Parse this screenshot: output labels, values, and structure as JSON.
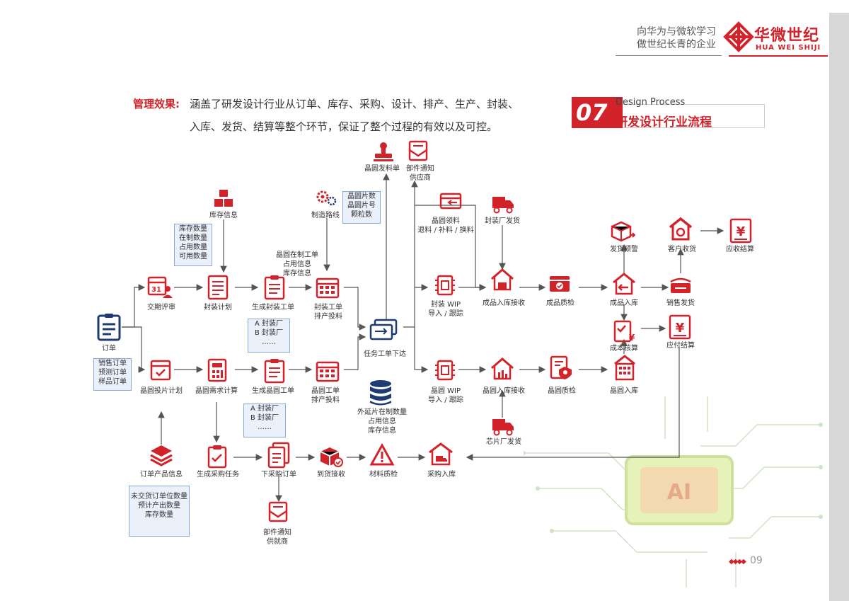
{
  "header": {
    "tagline_line1": "向华为与微软学习",
    "tagline_line2": "做世纪长青的企业",
    "logo_cn": "华微世纪",
    "logo_en": "HUA WEI SHIJI"
  },
  "description": {
    "label": "管理效果:",
    "line1": "涵盖了研发设计行业从订单、库存、采购、设计、排产、生产、封装、",
    "line2": "入库、发货、结算等整个环节，保证了整个过程的有效以及可控。"
  },
  "section": {
    "number": "07",
    "title_en": "Design Process",
    "title_cn": "研发设计行业流程"
  },
  "page_number": "09",
  "colors": {
    "accent": "#d2232a",
    "navy": "#1f3b73",
    "note_border": "#8aa9d6",
    "line": "#555555"
  },
  "nodes": {
    "order": "订单",
    "delivery_review": "交期评审",
    "packaging_plan": "封装计划",
    "gen_pack_order": "生成封装工单",
    "pack_order_line1": "封装工单",
    "pack_order_line2": "排产投料",
    "wafer_plan": "晶圆投片计划",
    "wafer_demand": "晶圆需求计算",
    "gen_wafer_order": "生成晶圆工单",
    "wafer_order_line1": "晶圆工单",
    "wafer_order_line2": "排产投料",
    "inventory_info": "库存信息",
    "route": "制造路线",
    "wafer_issue": "晶圆发料单",
    "mail_supplier_line1": "部件通知",
    "mail_supplier_line2": "供应商",
    "task_dispatch": "任务工单下达",
    "wafer_pick_line1": "晶圆领料",
    "wafer_pick_line2": "退料 / 补料 / 换料",
    "pack_wip_line1": "封装 WIP",
    "pack_wip_line2": "导入 / 跟踪",
    "pack_ship": "封装厂发货",
    "fg_receive": "成品入库接收",
    "fg_qc": "成品质检",
    "fg_stock": "成品入库",
    "ship_alert": "发货预警",
    "customer_receive": "客户收货",
    "ar_settle": "应收结算",
    "sales_ship": "销售发货",
    "cost_check": "成本核算",
    "ap_settle": "应付结算",
    "wafer_wip_line1": "晶圆 WIP",
    "wafer_wip_line2": "导入 / 跟踪",
    "wafer_receive": "晶圆入库接收",
    "wafer_qc": "晶圆质检",
    "wafer_stock": "晶圆入库",
    "chip_ship": "芯片厂发货",
    "order_product_info": "订单产品信息",
    "gen_purchase": "生成采购任务",
    "issue_po": "下采购订单",
    "arrival": "到货接收",
    "material_qc": "材料质检",
    "purchase_stock": "采购入库",
    "mail_buyer_line1": "部件通知",
    "mail_buyer_line2": "供就商",
    "db_line1": "外延片在制数量",
    "db_line2": "占用信息",
    "db_line3": "库存信息",
    "wip_info_line1": "晶圆在制工单",
    "wip_info_line2": "占用信息",
    "wip_info_line3": "库存信息"
  },
  "notes": {
    "stock_note": [
      "库存数量",
      "在制数量",
      "占用数量",
      "可用数量"
    ],
    "wafer_count_note": [
      "晶圆片数",
      "晶圆片号",
      "颗粒数"
    ],
    "order_types_note": [
      "销售订单",
      "预测订单",
      "样品订单"
    ],
    "pack_factory_note": [
      "A 封装厂",
      "B 封装厂",
      "……"
    ],
    "wafer_factory_note": [
      "A 封装厂",
      "B 封装厂",
      "……"
    ],
    "product_note": [
      "未交货订单位数量",
      "预计产出数量",
      "库存数量"
    ]
  },
  "icons": {
    "order": "clipboard-list-icon",
    "delivery_review": "calendar-user-icon",
    "packaging_plan": "document-list-icon",
    "gen_pack_order": "clipboard-icon",
    "pack_order": "calendar-grid-icon",
    "wafer_plan": "calendar-check-icon",
    "wafer_demand": "calculator-icon",
    "gen_wafer_order": "clipboard-icon",
    "wafer_order": "calendar-grid-icon",
    "inventory_info": "boxes-icon",
    "route": "gears-icon",
    "wafer_issue": "stamp-icon",
    "mail_supplier": "mail-icon",
    "task_dispatch": "stacked-cards-icon",
    "wafer_pick": "box-icon",
    "pack_wip": "chip-icon",
    "pack_ship": "truck-icon",
    "fg_receive": "warehouse-icon",
    "fg_qc": "box-check-icon",
    "fg_stock": "warehouse-arrow-icon",
    "ship_alert": "box-arrow-icon",
    "customer_receive": "house-hand-icon",
    "ar_settle": "yen-doc-icon",
    "sales_ship": "truck-box-icon",
    "cost_check": "doc-yen-icon",
    "ap_settle": "yen-doc-icon",
    "wafer_wip": "chip-icon",
    "wafer_receive": "warehouse-icon",
    "wafer_qc": "doc-search-icon",
    "wafer_stock": "building-icon",
    "chip_ship": "truck-icon",
    "order_product_info": "layers-icon",
    "gen_purchase": "clipboard-check-icon",
    "issue_po": "documents-icon",
    "mail_buyer": "mail-icon",
    "arrival": "package-icon",
    "material_qc": "warning-icon",
    "purchase_stock": "warehouse-truck-icon",
    "database": "database-icon"
  }
}
